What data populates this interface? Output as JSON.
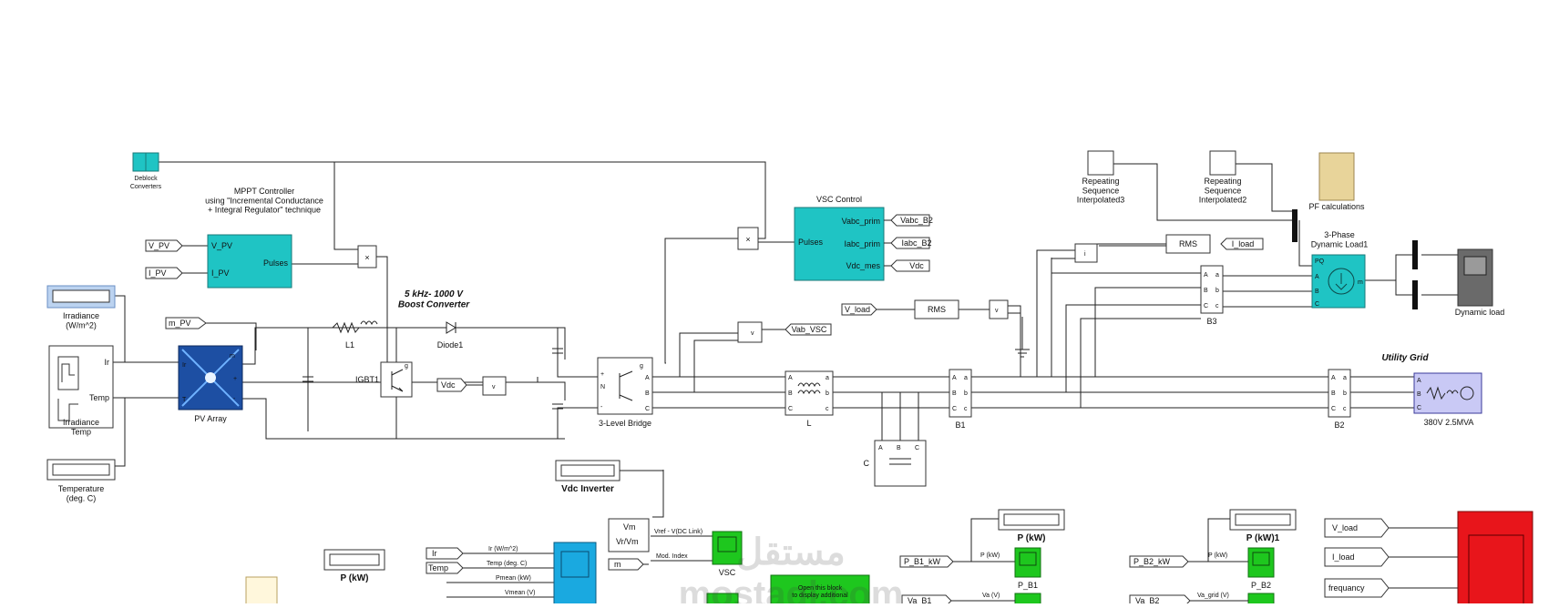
{
  "blocks": {
    "deblock": "Deblock\nConverters",
    "mppt_title": "MPPT Controller\nusing \"Incremental Conductance\n+ Integral Regulator\" technique",
    "mppt_in_v": "V_PV",
    "mppt_in_i": "I_PV",
    "mppt_out": "Pulses",
    "tag_vpv": "V_PV",
    "tag_ipv": "I_PV",
    "tag_mpv": "m_PV",
    "irradiance_disp": "Irradiance\n(W/m^2)",
    "irradiance_temp": "Irradiance\nTemp",
    "irr_port_ir": "Ir",
    "irr_port_temp": "Temp",
    "temperature_disp": "Temperature\n(deg. C)",
    "pv_array": "PV Array",
    "boost_title": "5 kHz- 1000 V\nBoost Converter",
    "l1": "L1",
    "diode1": "Diode1",
    "igbt1": "IGBT1",
    "tag_vdc": "Vdc",
    "bridge": "3-Level Bridge",
    "vsc_title": "VSC Control",
    "vsc_ports": [
      "Vabc_prim",
      "Iabc_prim",
      "Vdc_mes"
    ],
    "vsc_pulses": "Pulses",
    "vsc_in_tags": [
      "Vabc_B2",
      "Iabc_B2",
      "Vdc"
    ],
    "tag_vab_vsc": "Vab_VSC",
    "tag_vload": "V_load",
    "rms": "RMS",
    "tag_iload": "I_load",
    "l_block": "L",
    "c_block": "C",
    "b1": "B1",
    "b2": "B2",
    "b3": "B3",
    "utility_title": "Utility Grid",
    "utility_rating": "380V 2.5MVA",
    "rep_seq3": "Repeating\nSequence\nInterpolated3",
    "rep_seq2": "Repeating\nSequence\nInterpolated2",
    "pf_calc": "PF calculations",
    "dyn_load": "3-Phase\nDynamic Load1",
    "dyn_load_scope": "Dynamic load",
    "vdc_inverter": "Vdc Inverter",
    "vref_lbl": "Vref - V(DC Link)",
    "mod_index": "Mod. Index",
    "vsc_scope": "VSC",
    "tag_m": "m",
    "vm": "Vm",
    "vrvm": "Vr/Vm",
    "open_block": "Open this block\nto display additional",
    "pkw_left": "P (kW)",
    "mean_tags": [
      "Ir",
      "Temp"
    ],
    "mean_sigs": [
      "Ir (W/m^2)",
      "Temp (deg. C)",
      "Pmean (kW)",
      "Vmean (V)"
    ],
    "pkw_b1_title": "P (kW)",
    "pkw_b1_tag": "P_B1_kW",
    "pkw_b1_sig": "P (kW)",
    "pkw_b1_scope": "P_B1",
    "va_b1_tag": "Va_B1",
    "va_b1_sig": "Va (V)",
    "pkw_b2_title": "P (kW)1",
    "pkw_b2_tag": "P_B2_kW",
    "pkw_b2_sig": "P (kW)",
    "pkw_b2_scope": "P_B2",
    "va_b2_tag": "Va_B2",
    "va_b2_sig": "Va_grid (V)",
    "right_tags": [
      "V_load",
      "I_load",
      "frequancy"
    ],
    "phases": [
      "A",
      "B",
      "C"
    ],
    "phases_lower": [
      "a",
      "b",
      "c"
    ]
  },
  "watermark": "مستقل\nmostaql.com",
  "colors": {
    "cyan": "#1fc4c4",
    "green": "#1ec71e",
    "red": "#e8151b",
    "pv_blue": "#1d4fa3",
    "pf_gold": "#e8d49a"
  }
}
